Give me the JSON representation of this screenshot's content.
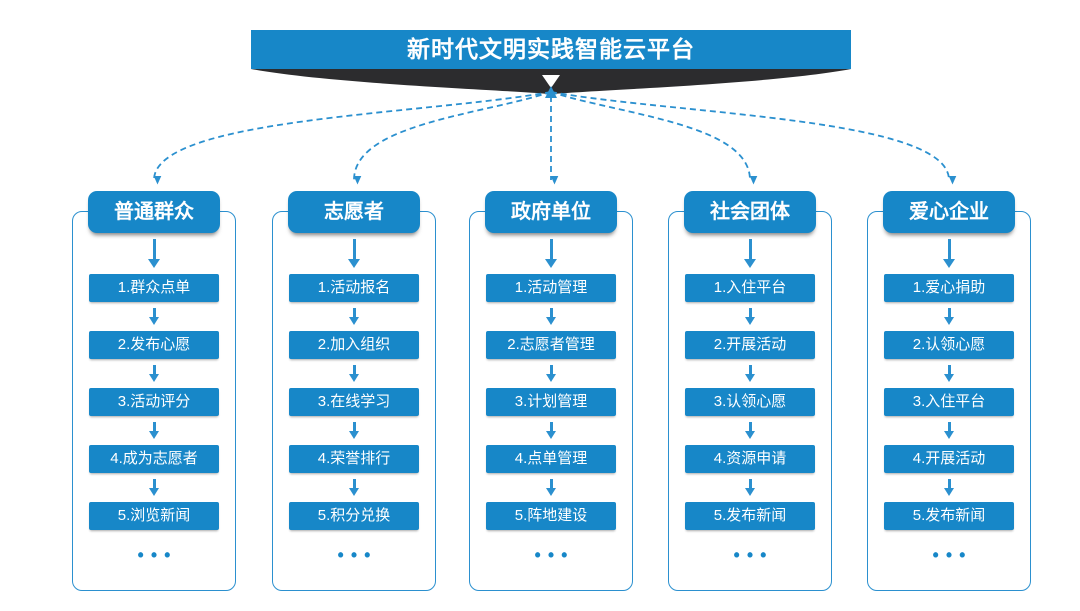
{
  "title": "新时代文明实践智能云平台",
  "colors": {
    "primary_blue": "#1787c8",
    "line_blue": "#2b90cf",
    "ribbon_dark": "#2c2c2e",
    "background": "#ffffff"
  },
  "columns": [
    {
      "header": "普通群众",
      "items": [
        "1.群众点单",
        "2.发布心愿",
        "3.活动评分",
        "4.成为志愿者",
        "5.浏览新闻"
      ],
      "more": "•••"
    },
    {
      "header": "志愿者",
      "items": [
        "1.活动报名",
        "2.加入组织",
        "3.在线学习",
        "4.荣誉排行",
        "5.积分兑换"
      ],
      "more": "•••"
    },
    {
      "header": "政府单位",
      "items": [
        "1.活动管理",
        "2.志愿者管理",
        "3.计划管理",
        "4.点单管理",
        "5.阵地建设"
      ],
      "more": "•••"
    },
    {
      "header": "社会团体",
      "items": [
        "1.入住平台",
        "2.开展活动",
        "3.认领心愿",
        "4.资源申请",
        "5.发布新闻"
      ],
      "more": "•••"
    },
    {
      "header": "爱心企业",
      "items": [
        "1.爱心捐助",
        "2.认领心愿",
        "3.入住平台",
        "4.开展活动",
        "5.发布新闻"
      ],
      "more": "•••"
    }
  ]
}
